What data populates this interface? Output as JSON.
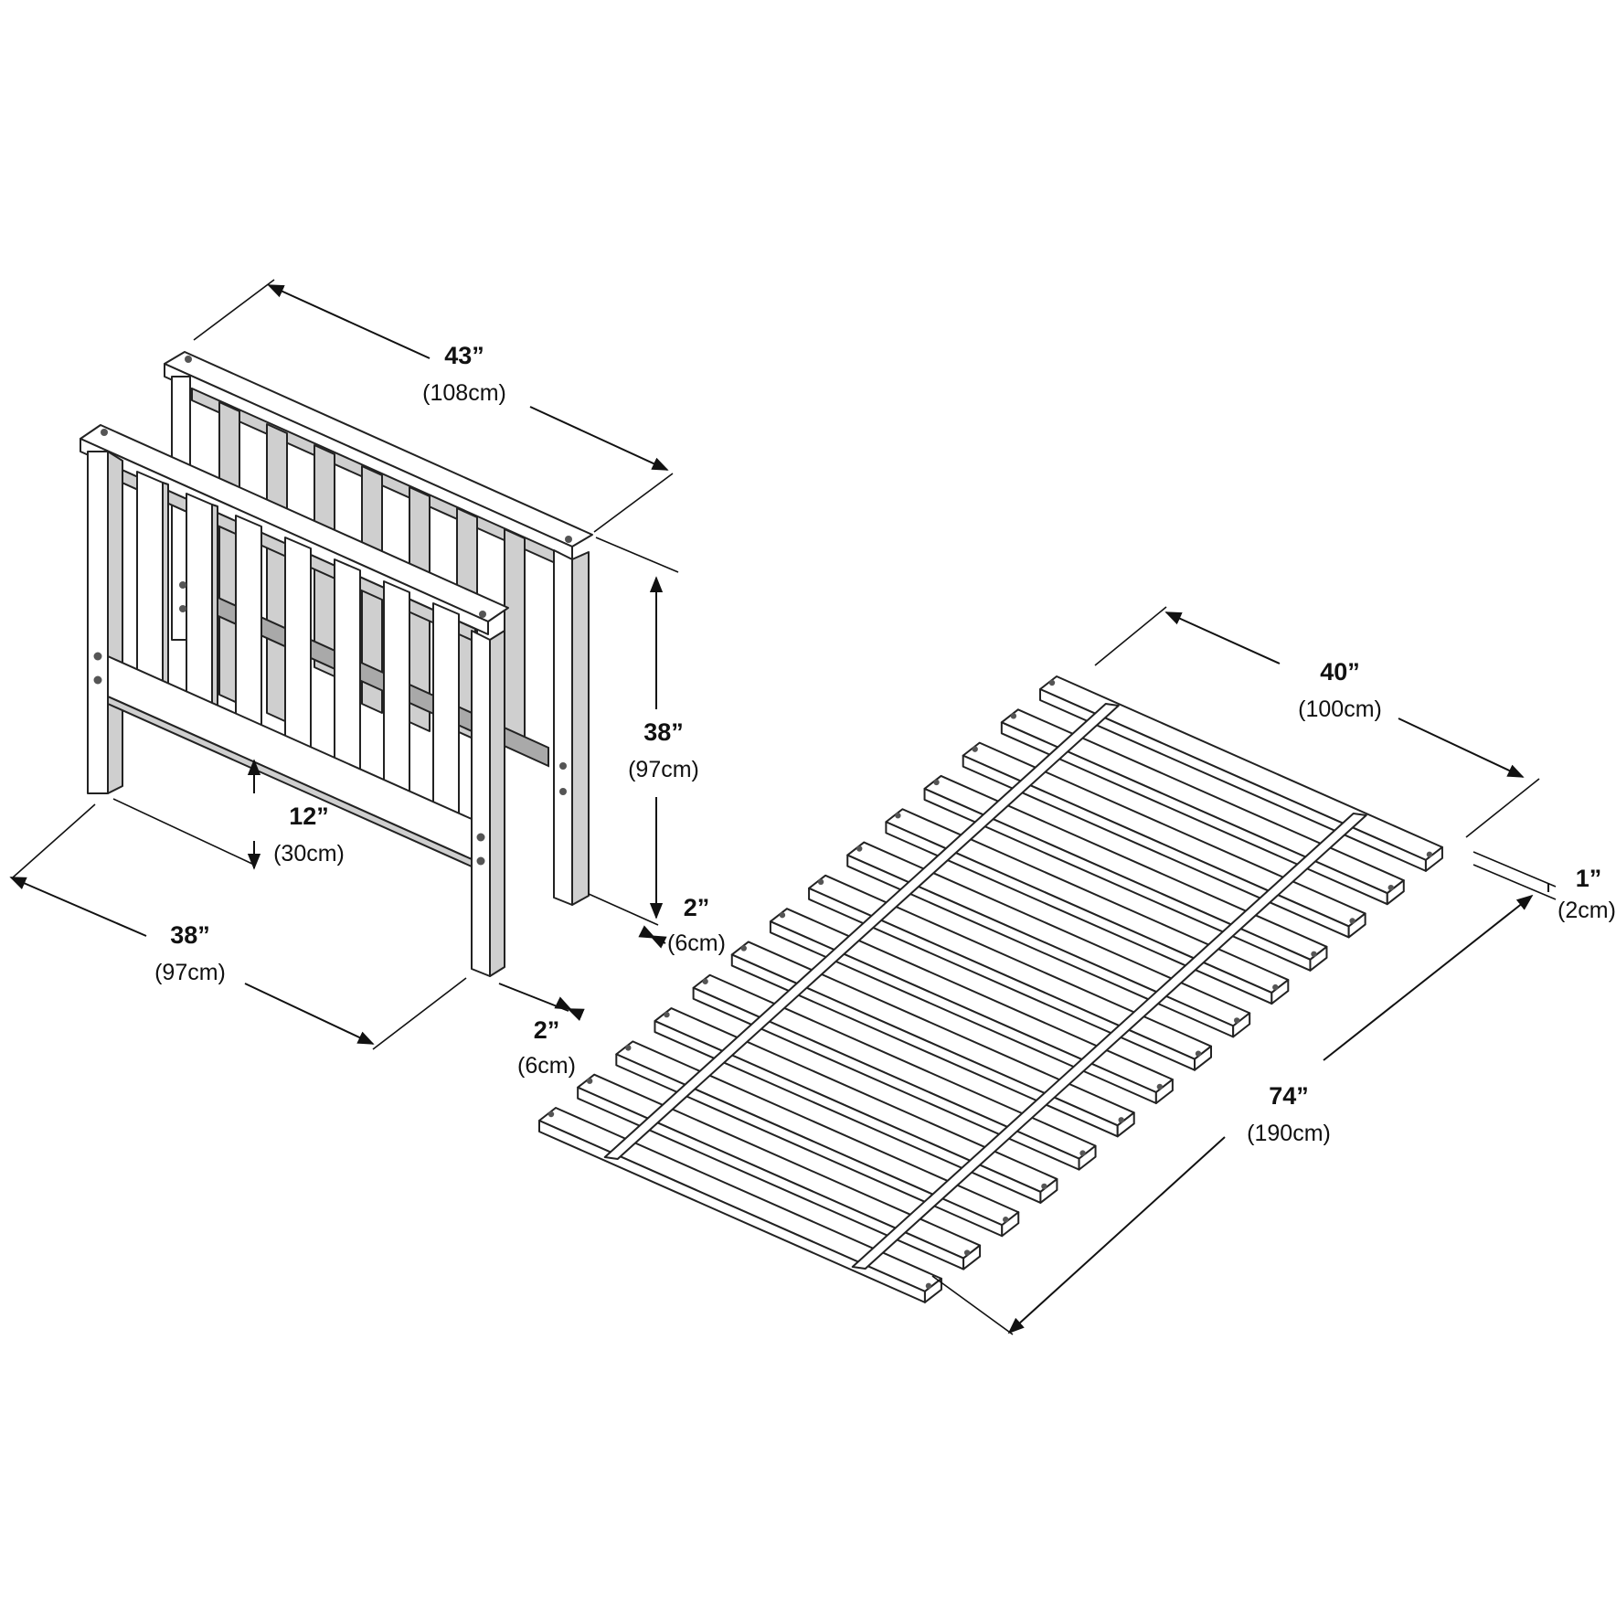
{
  "colors": {
    "line": "#111111",
    "shade": "#cfcfcf",
    "dark": "#a9a9a9",
    "background": "#ffffff"
  },
  "dimensions": {
    "headboard_width": {
      "in": "43”",
      "cm": "(108cm)"
    },
    "headboard_height": {
      "in": "38”",
      "cm": "(97cm)"
    },
    "footboard_width": {
      "in": "38”",
      "cm": "(97cm)"
    },
    "leg_clearance": {
      "in": "12”",
      "cm": "(30cm)"
    },
    "post_depth_head": {
      "in": "2”",
      "cm": "(6cm)"
    },
    "post_depth_foot": {
      "in": "2”",
      "cm": "(6cm)"
    },
    "slat_width": {
      "in": "40”",
      "cm": "(100cm)"
    },
    "slat_thickness": {
      "in": "1”",
      "cm": "(2cm)"
    },
    "slat_length": {
      "in": "74”",
      "cm": "(190cm)"
    }
  }
}
